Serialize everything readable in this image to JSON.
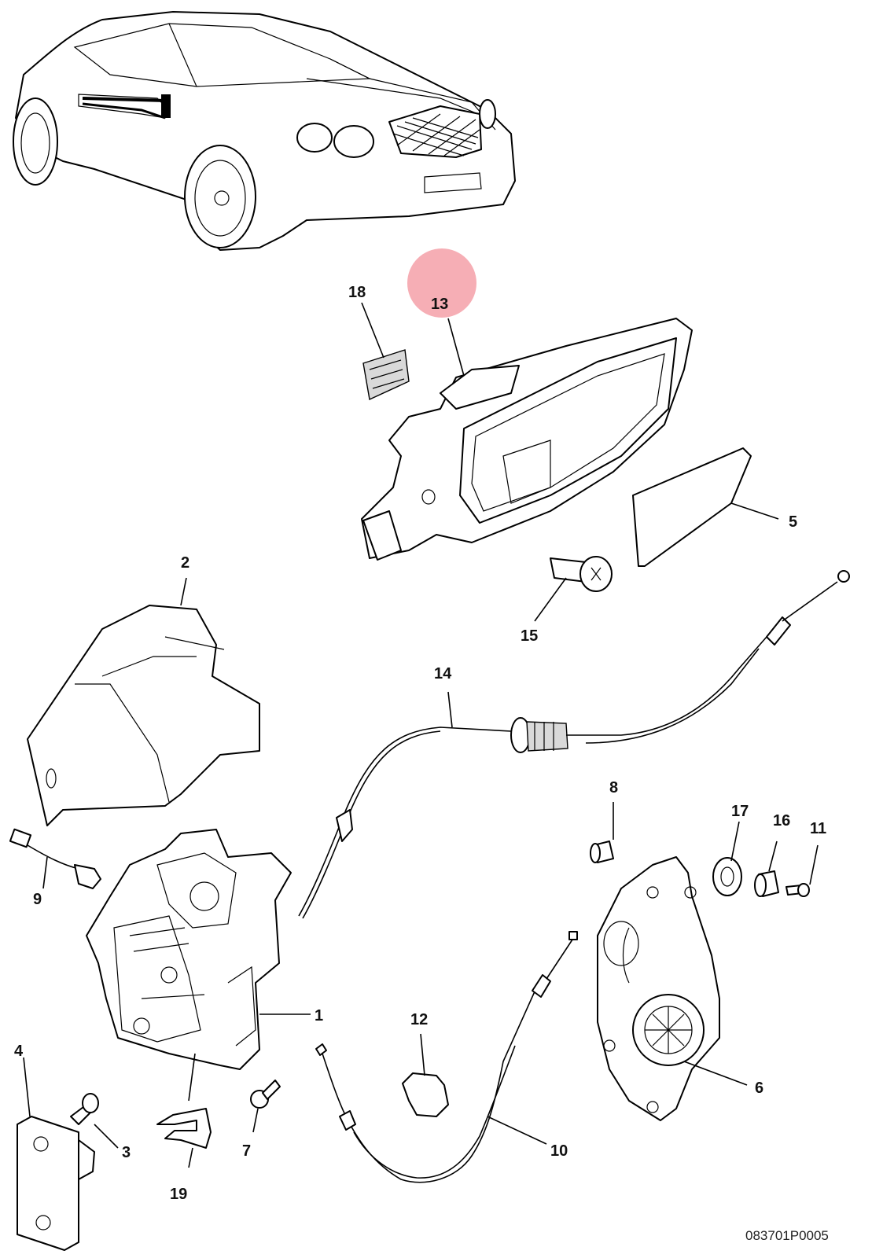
{
  "diagram": {
    "document_code": "083701P0005",
    "highlight_color": "#f4a0a8",
    "highlighted_part": "13",
    "callouts": [
      "1",
      "2",
      "3",
      "4",
      "5",
      "6",
      "7",
      "8",
      "9",
      "10",
      "11",
      "12",
      "13",
      "14",
      "15",
      "16",
      "17",
      "18",
      "19"
    ]
  }
}
